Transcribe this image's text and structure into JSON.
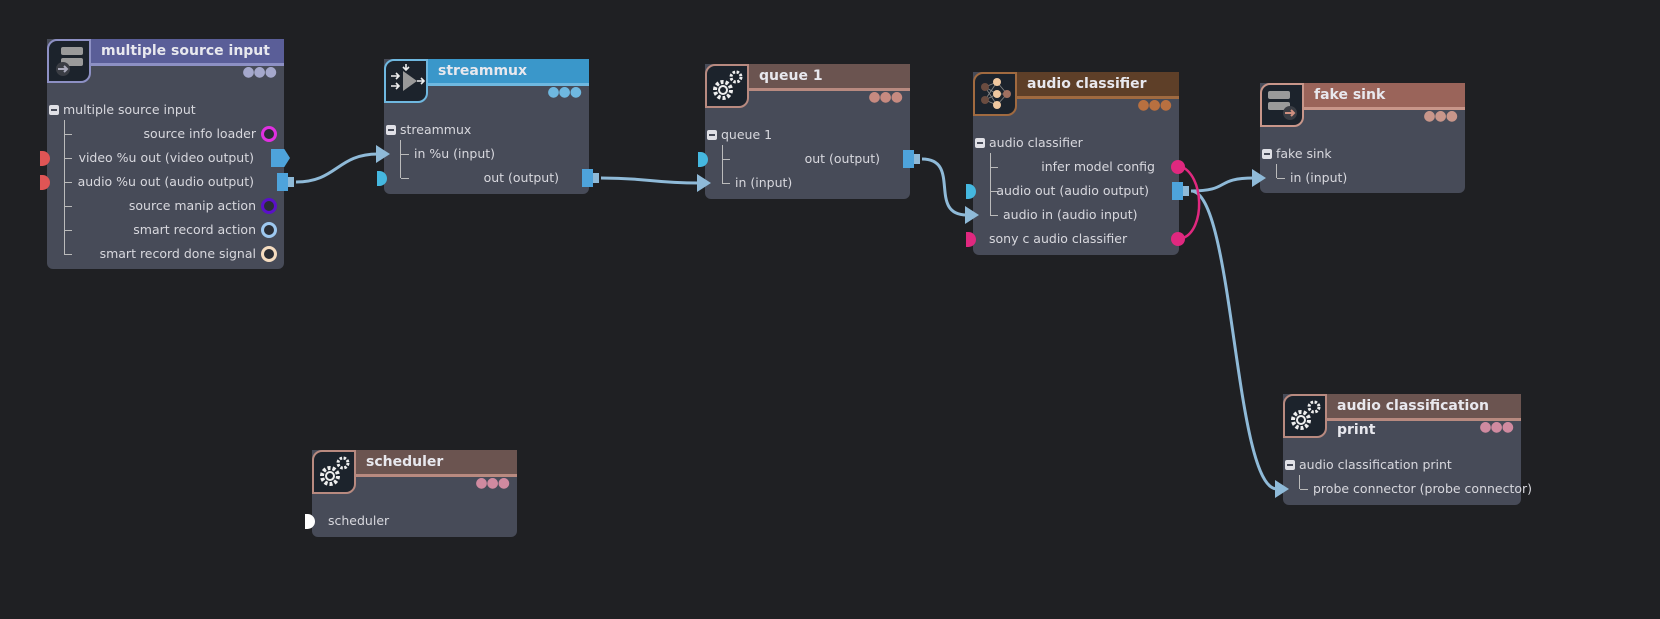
{
  "colors": {
    "background": "#1f2023",
    "node_body": "#474b58",
    "wire": "#8fbad8",
    "control_wire": "#e0287f"
  },
  "nodes": [
    {
      "id": "msi",
      "title": "multiple source input",
      "section": "multiple source input",
      "icon": "server-input-icon",
      "head": "#5a5e98",
      "line": "#8d90c4",
      "dots": "#a5a8cc",
      "rows": [
        {
          "label": "source info loader",
          "align": "right",
          "right": {
            "type": "ring",
            "color": "#e030e0"
          }
        },
        {
          "label": "video %u out (video output)",
          "align": "right",
          "left": {
            "type": "dleft",
            "color": "#e05555"
          },
          "right": {
            "type": "pent"
          }
        },
        {
          "label": "audio %u out (audio output)",
          "align": "right",
          "left": {
            "type": "dleft",
            "color": "#e05555"
          },
          "right": {
            "type": "boxout"
          }
        },
        {
          "label": "source manip action",
          "align": "right",
          "right": {
            "type": "ring",
            "color": "#5a10c8"
          }
        },
        {
          "label": "smart record action",
          "align": "right",
          "right": {
            "type": "ring",
            "color": "#9ec8f0"
          }
        },
        {
          "label": "smart record done signal",
          "align": "right",
          "right": {
            "type": "ring",
            "color": "#f5dcc0"
          }
        }
      ]
    },
    {
      "id": "mux",
      "title": "streammux",
      "section": "streammux",
      "icon": "mux-icon",
      "head": "#3a97ca",
      "line": "#6fb8e0",
      "dots": "#6fb8e0",
      "rows": [
        {
          "label": "in %u (input)",
          "align": "left",
          "left": {
            "type": "arrowin"
          }
        },
        {
          "label": "out (output)",
          "align": "right",
          "left": {
            "type": "dleft",
            "color": "#45b8e0"
          },
          "right": {
            "type": "boxout"
          }
        }
      ]
    },
    {
      "id": "q1",
      "title": "queue 1",
      "section": "queue 1",
      "icon": "gears-icon",
      "head": "#6b5450",
      "line": "#b88a80",
      "dots": "#c78a80",
      "rows": [
        {
          "label": "out (output)",
          "align": "right",
          "left": {
            "type": "dleft",
            "color": "#45b8e0"
          },
          "right": {
            "type": "boxout"
          }
        },
        {
          "label": "in (input)",
          "align": "left",
          "left": {
            "type": "arrowin"
          }
        }
      ]
    },
    {
      "id": "ac",
      "title": "audio classifier",
      "section": "audio classifier",
      "icon": "neural-network-icon",
      "head": "#5e3f28",
      "line": "#a06a40",
      "dots": "#b87040",
      "rows": [
        {
          "label": "infer model config",
          "align": "right",
          "right": {
            "type": "dot",
            "color": "#e0287f"
          }
        },
        {
          "label": "audio out (audio output)",
          "align": "right",
          "left": {
            "type": "dleft",
            "color": "#45b8e0"
          },
          "right": {
            "type": "boxout"
          }
        },
        {
          "label": "audio in (audio input)",
          "align": "left",
          "left": {
            "type": "arrowin"
          }
        },
        {
          "label": "sony c audio classifier",
          "align": "plain",
          "left": {
            "type": "dleft",
            "color": "#e0287f"
          },
          "right": {
            "type": "dot",
            "color": "#e0287f"
          }
        }
      ]
    },
    {
      "id": "fs",
      "title": "fake sink",
      "section": "fake sink",
      "icon": "server-output-icon",
      "head": "#9a645a",
      "line": "#c8968a",
      "dots": "#c8968a",
      "rows": [
        {
          "label": "in (input)",
          "align": "left",
          "left": {
            "type": "arrowin"
          }
        }
      ]
    },
    {
      "id": "acp",
      "title": "audio classification print",
      "section": "audio classification print",
      "icon": "gears-icon",
      "head": "#6b5450",
      "line": "#b88a80",
      "dots": "#d08aa0",
      "rows": [
        {
          "label": "probe connector (probe connector)",
          "align": "left",
          "left": {
            "type": "arrowin"
          }
        }
      ]
    },
    {
      "id": "sch",
      "title": "scheduler",
      "section": null,
      "icon": "gears-icon",
      "head": "#6b5450",
      "line": "#b88a80",
      "dots": "#d08aa0",
      "rows": [
        {
          "label": "scheduler",
          "align": "plain",
          "left": {
            "type": "dleft",
            "color": "#ffffff"
          }
        }
      ]
    }
  ]
}
